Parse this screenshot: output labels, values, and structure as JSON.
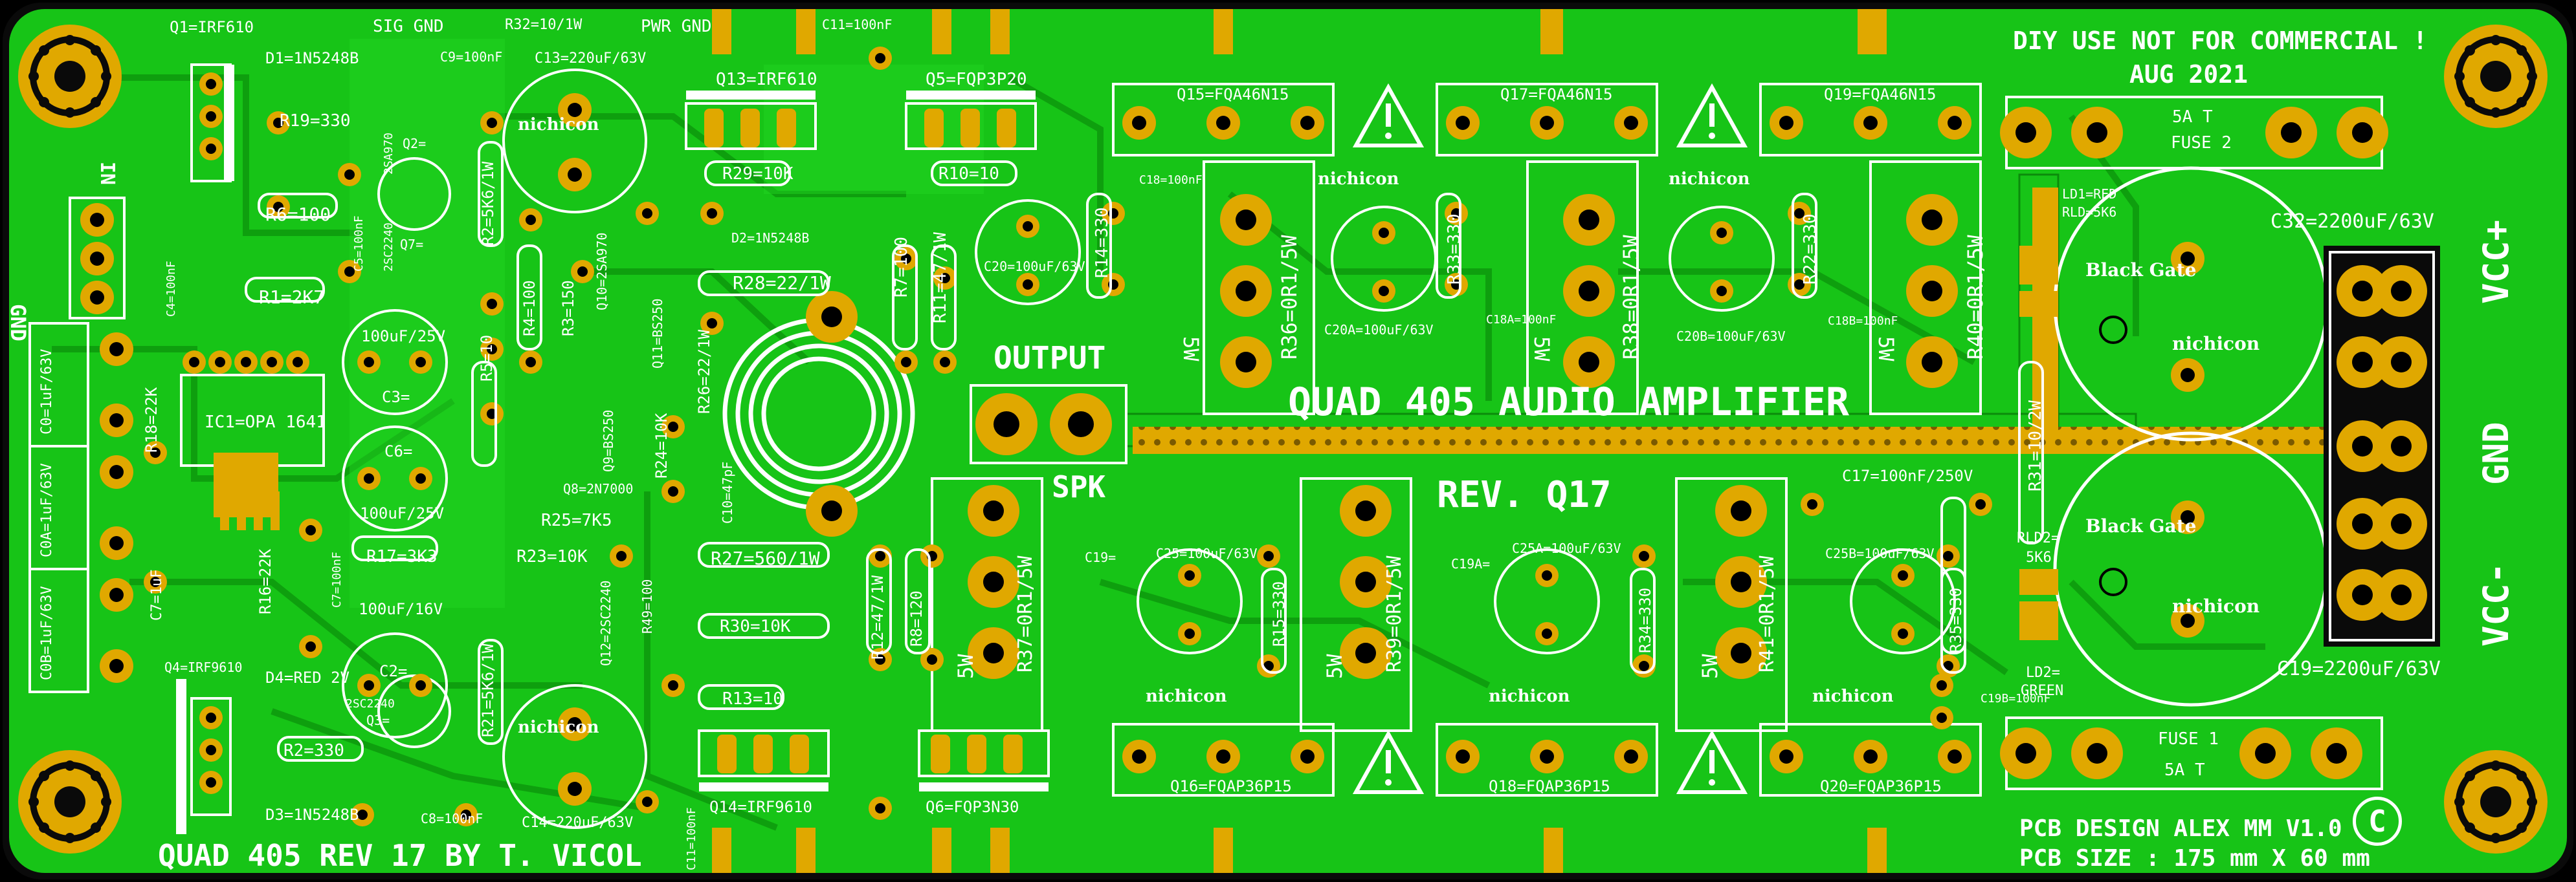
{
  "board": {
    "title": "QUAD 405 AUDIO AMPLIFIER",
    "revision": "REV. Q17",
    "credit": "QUAD 405  REV 17 BY T. VICOL",
    "notice": "DIY USE NOT FOR COMMERCIAL !",
    "date": "AUG 2021",
    "design": "PCB DESIGN ALEX MM V1.0",
    "size": "PCB SIZE : 175 mm X 60 mm",
    "output": "OUTPUT",
    "spk": "SPK",
    "vcc_plus": "VCC+",
    "gnd": "GND",
    "vcc_minus": "VCC-",
    "gnd_left": "GND",
    "in_left": "IN",
    "sig_gnd": "SIG GND",
    "pwr_gnd": "PWR GND",
    "copyright": "C"
  },
  "colors": {
    "board": "#17c417",
    "board_light": "#2fdc2f",
    "trace": "#0fa80f",
    "pad": "#e0a800",
    "silk": "#ffffff",
    "edge": "#0a0a0a"
  },
  "labels": [
    {
      "id": "q1",
      "text": "Q1=IRF610"
    },
    {
      "id": "d1",
      "text": "D1=1N5248B"
    },
    {
      "id": "r19",
      "text": "R19=330"
    },
    {
      "id": "r6",
      "text": "R6=100"
    },
    {
      "id": "r1",
      "text": "R1=2K7"
    },
    {
      "id": "r32",
      "text": "R32=10/1W"
    },
    {
      "id": "c9",
      "text": "C9=100nF"
    },
    {
      "id": "c13",
      "text": "C13=220uF/63V"
    },
    {
      "id": "c11",
      "text": "C11=100nF"
    },
    {
      "id": "q13",
      "text": "Q13=IRF610"
    },
    {
      "id": "q5",
      "text": "Q5=FQP3P20"
    },
    {
      "id": "r29",
      "text": "R29=10K"
    },
    {
      "id": "d2",
      "text": "D2=1N5248B"
    },
    {
      "id": "r10",
      "text": "R10=10"
    },
    {
      "id": "r28",
      "text": "R28=22/1W"
    },
    {
      "id": "r7",
      "text": "R7=100"
    },
    {
      "id": "r11",
      "text": "R11=47/1W"
    },
    {
      "id": "c20",
      "text": "C20=100uF/63V"
    },
    {
      "id": "r14",
      "text": "R14=330"
    },
    {
      "id": "c18",
      "text": "C18=100nF"
    },
    {
      "id": "q15",
      "text": "Q15=FQA46N15"
    },
    {
      "id": "q17",
      "text": "Q17=FQA46N15"
    },
    {
      "id": "q19",
      "text": "Q19=FQA46N15"
    },
    {
      "id": "r36",
      "text": "R36=0R1/5W"
    },
    {
      "id": "r38",
      "text": "R38=0R1/5W"
    },
    {
      "id": "r40",
      "text": "R40=0R1/5W"
    },
    {
      "id": "r33",
      "text": "R33=330"
    },
    {
      "id": "r22",
      "text": "R22=330"
    },
    {
      "id": "c20a",
      "text": "C20A=100uF/63V"
    },
    {
      "id": "c20b",
      "text": "C20B=100uF/63V"
    },
    {
      "id": "c18a",
      "text": "C18A=100nF"
    },
    {
      "id": "c18b",
      "text": "C18B=100nF"
    },
    {
      "id": "fuse2",
      "text": "FUSE 2"
    },
    {
      "id": "fuse2r",
      "text": "5A T"
    },
    {
      "id": "ld1",
      "text": "LD1=RED"
    },
    {
      "id": "rld1",
      "text": "RLD=5K6"
    },
    {
      "id": "c32",
      "text": "C32=2200uF/63V"
    },
    {
      "id": "c19big",
      "text": "C19=2200uF/63V"
    },
    {
      "id": "r31",
      "text": "R31=10/2W"
    },
    {
      "id": "c17",
      "text": "C17=100nF/250V"
    },
    {
      "id": "rld2",
      "text": "RLD2="
    },
    {
      "id": "rld2v",
      "text": "5K6"
    },
    {
      "id": "ld2",
      "text": "LD2="
    },
    {
      "id": "ld2v",
      "text": "GREEN"
    },
    {
      "id": "fuse1",
      "text": "FUSE 1"
    },
    {
      "id": "fuse1r",
      "text": "5A T"
    },
    {
      "id": "c0",
      "text": "C0=1uF/63V"
    },
    {
      "id": "c0a",
      "text": "C0A=1uF/63V"
    },
    {
      "id": "c0b",
      "text": "C0B=1uF/63V"
    },
    {
      "id": "r18",
      "text": "R18=22K"
    },
    {
      "id": "ic1",
      "text": "IC1=OPA 1641"
    },
    {
      "id": "c7",
      "text": "C7=1uF"
    },
    {
      "id": "r16",
      "text": "R16=22K"
    },
    {
      "id": "q4",
      "text": "Q4=IRF9610"
    },
    {
      "id": "d4",
      "text": "D4=RED 2V"
    },
    {
      "id": "r2",
      "text": "R2=330"
    },
    {
      "id": "d3",
      "text": "D3=1N5248B"
    },
    {
      "id": "c8",
      "text": "C8=100nF"
    },
    {
      "id": "c3",
      "text": "100uF/25V"
    },
    {
      "id": "c3l",
      "text": "C3="
    },
    {
      "id": "c6",
      "text": "C6="
    },
    {
      "id": "c6v",
      "text": "100uF/25V"
    },
    {
      "id": "r17",
      "text": "R17=3K3"
    },
    {
      "id": "c2v",
      "text": "100uF/16V"
    },
    {
      "id": "c2l",
      "text": "C2="
    },
    {
      "id": "r2b",
      "text": "R2=5K6/1W"
    },
    {
      "id": "r21",
      "text": "R21=5K6/1W"
    },
    {
      "id": "r4",
      "text": "R4=100"
    },
    {
      "id": "r3",
      "text": "R3=150"
    },
    {
      "id": "r5",
      "text": "R5=10"
    },
    {
      "id": "r25",
      "text": "R25=7K5"
    },
    {
      "id": "r23",
      "text": "R23=10K"
    },
    {
      "id": "r24",
      "text": "R24=10K"
    },
    {
      "id": "r26",
      "text": "R26=22/1W"
    },
    {
      "id": "r27",
      "text": "R27=560/1W"
    },
    {
      "id": "r30",
      "text": "R30=10K"
    },
    {
      "id": "r13",
      "text": "R13=10"
    },
    {
      "id": "q14",
      "text": "Q14=IRF9610"
    },
    {
      "id": "q6",
      "text": "Q6=FQP3N30"
    },
    {
      "id": "c14",
      "text": "C14=220uF/63V"
    },
    {
      "id": "c41",
      "text": "C11=100nF"
    },
    {
      "id": "r12",
      "text": "R12=47/1W"
    },
    {
      "id": "r8",
      "text": "R8=120"
    },
    {
      "id": "r37",
      "text": "R37=0R1/5W"
    },
    {
      "id": "c19s",
      "text": "C19="
    },
    {
      "id": "c25",
      "text": "C25=100uF/63V"
    },
    {
      "id": "r15",
      "text": "R15=330"
    },
    {
      "id": "r39",
      "text": "R39=0R1/5W"
    },
    {
      "id": "c19a",
      "text": "C19A="
    },
    {
      "id": "c25a",
      "text": "C25A=100uF/63V"
    },
    {
      "id": "r34",
      "text": "R34=330"
    },
    {
      "id": "r41",
      "text": "R41=0R1/5W"
    },
    {
      "id": "c25b",
      "text": "C25B=100uF/63V"
    },
    {
      "id": "r35",
      "text": "R35=330"
    },
    {
      "id": "c19b",
      "text": "C19B=100nF"
    },
    {
      "id": "q16",
      "text": "Q16=FQAP36P15"
    },
    {
      "id": "q18",
      "text": "Q18=FQAP36P15"
    },
    {
      "id": "q20",
      "text": "Q20=FQAP36P15"
    },
    {
      "id": "q8",
      "text": "Q8=2N7000"
    },
    {
      "id": "r49",
      "text": "R49=100"
    },
    {
      "id": "c10",
      "text": "C10=47pF"
    },
    {
      "id": "q10",
      "text": "Q10=2SA970"
    },
    {
      "id": "q9",
      "text": "Q9=BS250"
    },
    {
      "id": "q11",
      "text": "Q11=BS250"
    },
    {
      "id": "q12",
      "text": "Q12=2SC2240"
    },
    {
      "id": "c4",
      "text": "C4=100nF"
    },
    {
      "id": "c5",
      "text": "C5=100nF"
    },
    {
      "id": "c7b",
      "text": "C7=100nF"
    },
    {
      "id": "q2",
      "text": "Q2="
    },
    {
      "id": "q7",
      "text": "Q7="
    },
    {
      "id": "q3",
      "text": "Q3="
    },
    {
      "id": "sa970",
      "text": "2SA970"
    },
    {
      "id": "sc2240a",
      "text": "2SC2240"
    },
    {
      "id": "sc2240b",
      "text": "2SC2240"
    },
    {
      "id": "fivew",
      "text": "5W"
    },
    {
      "id": "nichicon",
      "text": "nichicon"
    },
    {
      "id": "blackgate",
      "text": "Black Gate"
    }
  ]
}
